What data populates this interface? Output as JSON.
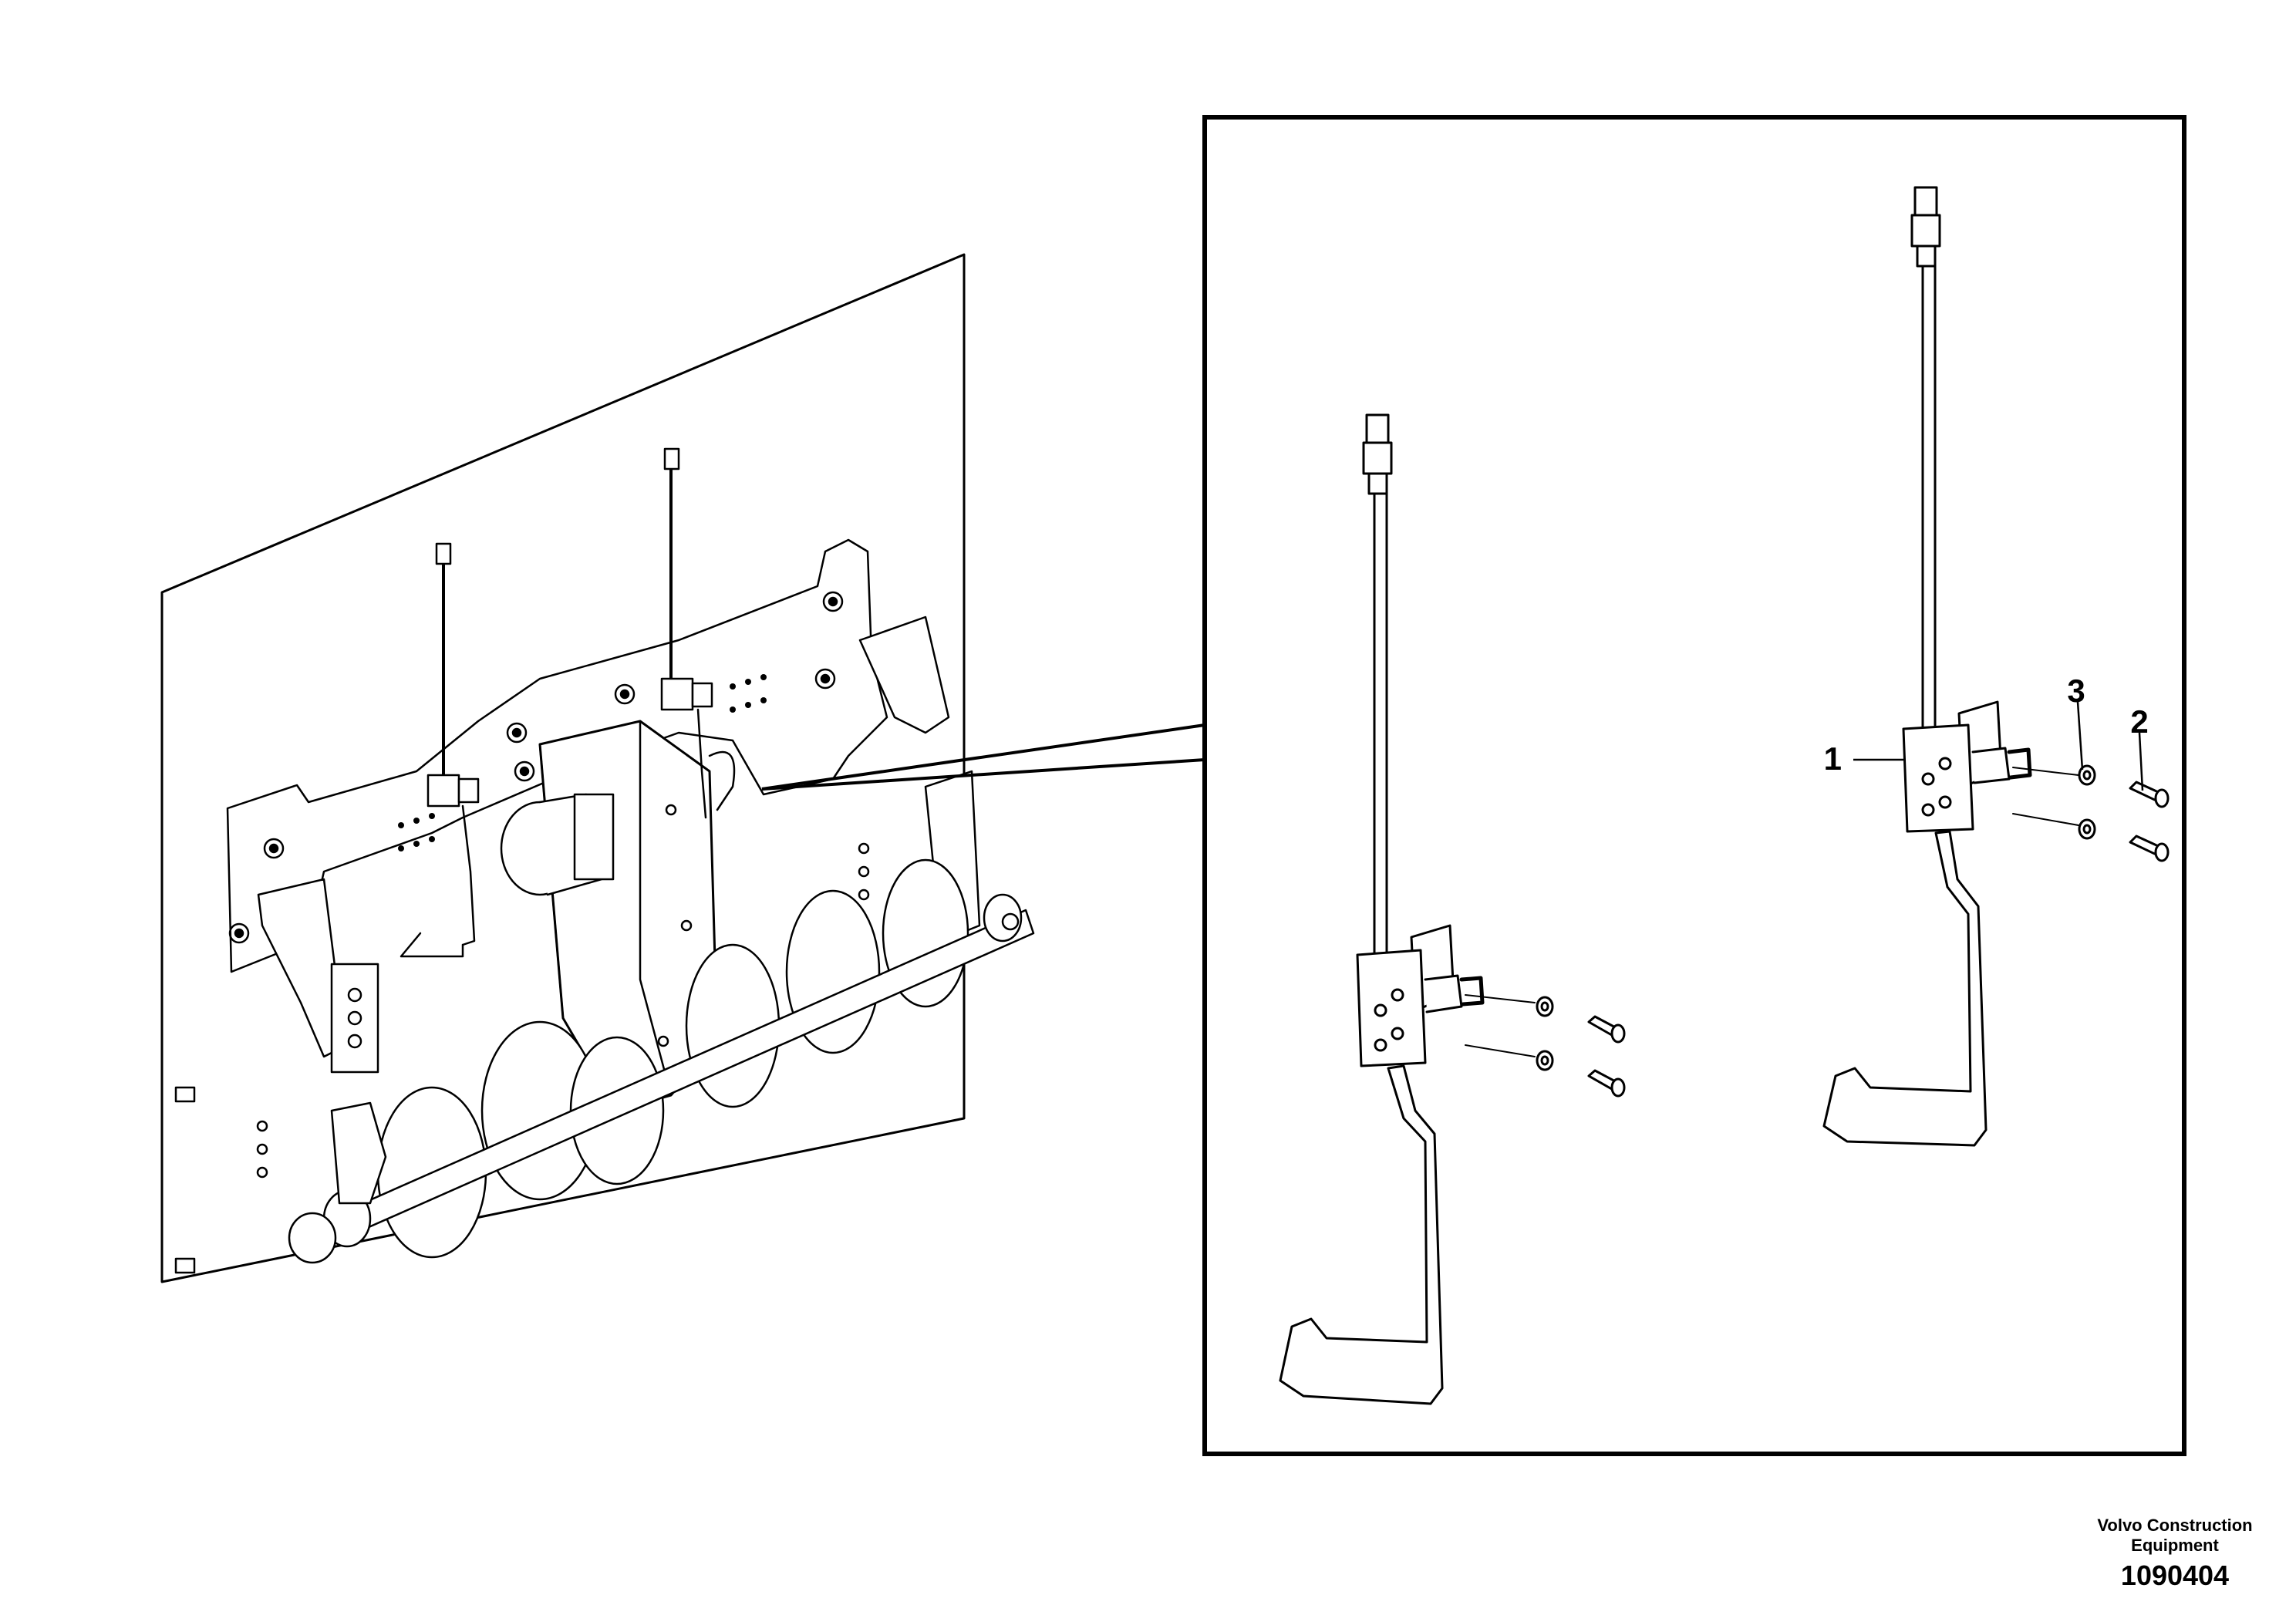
{
  "callouts": {
    "item_1": "1",
    "item_2": "2",
    "item_3": "3"
  },
  "footer": {
    "company_line1": "Volvo Construction",
    "company_line2": "Equipment",
    "drawing_number": "1090404"
  },
  "colors": {
    "line": "#000000",
    "background": "#ffffff",
    "fill_light": "#f2f2f2"
  }
}
